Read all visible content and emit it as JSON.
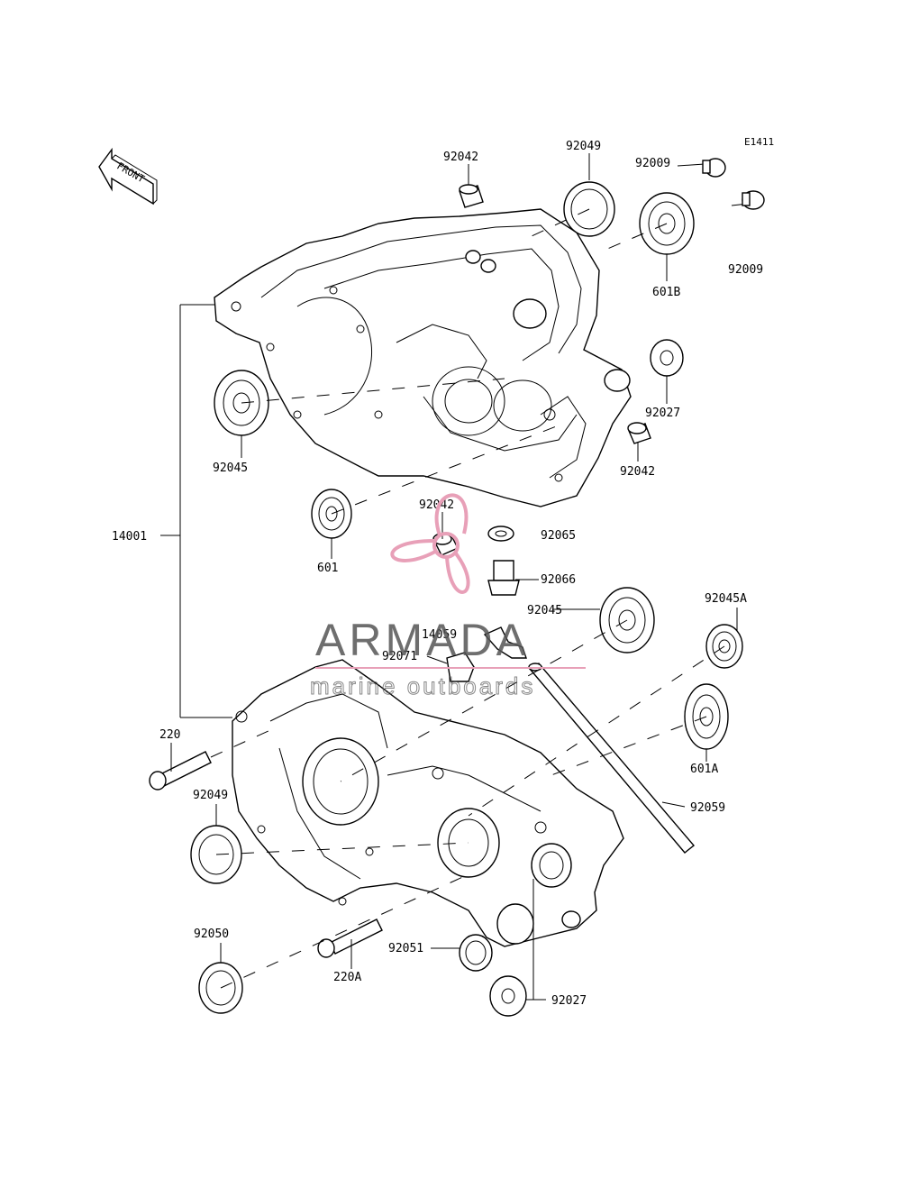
{
  "diagram": {
    "code": "E1411",
    "front_label": "FRONT",
    "parts": {
      "p92042_top": "92042",
      "p92049_top": "92049",
      "p92009_a": "92009",
      "p92009_b": "92009",
      "p601B": "601B",
      "p92027_top": "92027",
      "p92042_right": "92042",
      "p92045_left": "92045",
      "p14001": "14001",
      "p601": "601",
      "p92042_mid": "92042",
      "p92065": "92065",
      "p92066": "92066",
      "p92045_mid": "92045",
      "p92045A": "92045A",
      "p14059": "14059",
      "p92071": "92071",
      "p601A": "601A",
      "p220": "220",
      "p92049_bottom": "92049",
      "p92059": "92059",
      "p92050": "92050",
      "p92051": "92051",
      "p220A": "220A",
      "p92027_bottom": "92027"
    }
  },
  "watermark": {
    "brand": "ARMADA",
    "tagline": "marine outboards",
    "accent_color": "#e8a0b8",
    "text_color": "#555555"
  }
}
